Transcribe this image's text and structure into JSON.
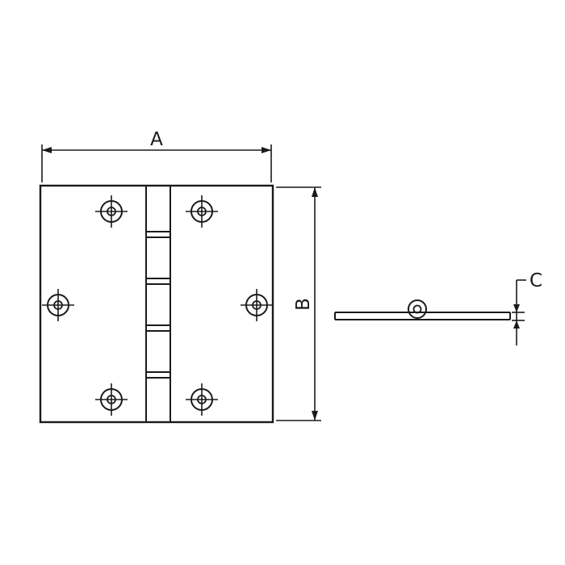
{
  "diagram": {
    "kind": "technical-drawing",
    "labels": {
      "width": "A",
      "height": "B",
      "thickness": "C"
    },
    "colors": {
      "line": "#1a1a1a",
      "background": "#ffffff"
    }
  }
}
